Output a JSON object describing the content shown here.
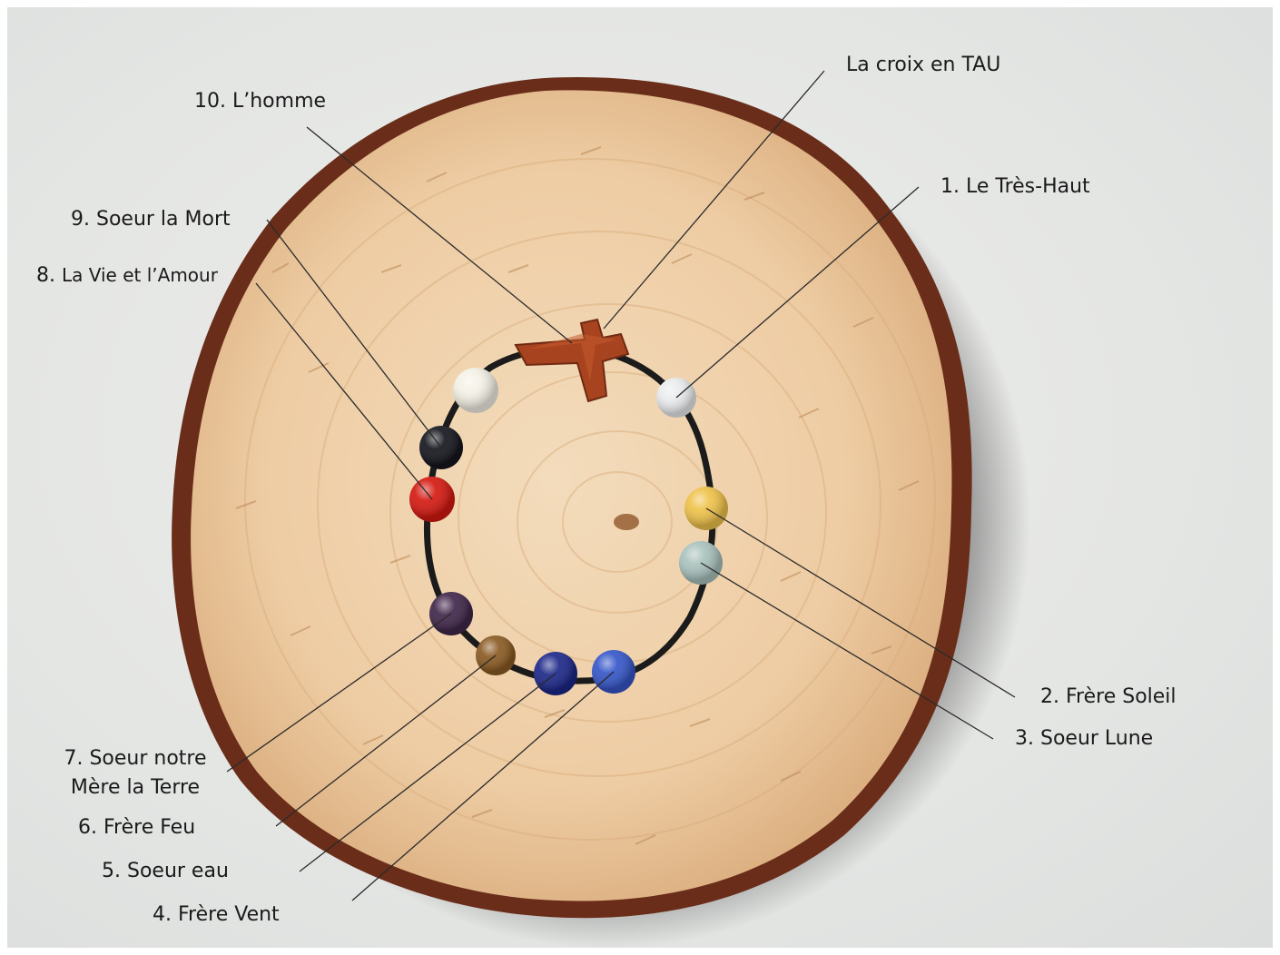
{
  "labels": {
    "tau": "La croix en TAU",
    "homme": "10. L’homme",
    "tres_haut": "1. Le Très-Haut",
    "mort": "9. Soeur la Mort",
    "vie_amour_num": "8.",
    "vie_amour": "La Vie et l’Amour",
    "soleil": "2. Frère Soleil",
    "lune": "3. Soeur Lune",
    "terre_line1": "7. Soeur notre",
    "terre_line2": "Mère la Terre",
    "feu": "6. Frère Feu",
    "eau": "5. Soeur eau",
    "vent": "4. Frère Vent"
  },
  "colors": {
    "wood": "#f0d3ad",
    "bark": "#6a2d1a",
    "cross": "#a8431f",
    "cord": "#1b1b1b",
    "bead_white": "#f4f1e6",
    "bead_black": "#15161d",
    "bead_red": "#d41910",
    "bead_clear": "#e9ebec",
    "bead_yellow": "#efc24a",
    "bead_amazonite": "#a9c2bd",
    "bead_purple": "#40264a",
    "bead_tigereye": "#8a5a22",
    "bead_blue": "#1c2788",
    "bead_catseye": "#3556c8"
  }
}
